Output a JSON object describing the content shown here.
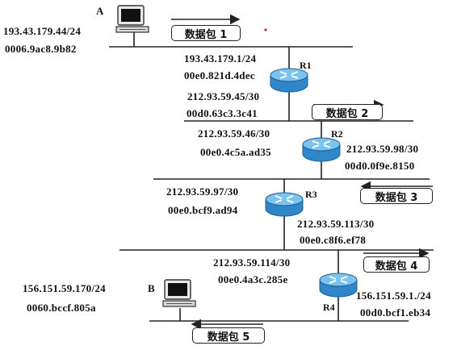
{
  "hosts": {
    "A": {
      "label": "A",
      "ip": "193.43.179.44/24",
      "mac": "0006.9ac8.9b82"
    },
    "B": {
      "label": "B",
      "ip": "156.151.59.170/24",
      "mac": "0060.bccf.805a"
    }
  },
  "routers": {
    "R1": {
      "label": "R1",
      "if1_ip": "193.43.179.1/24",
      "if1_mac": "00e0.821d.4dec",
      "if2_ip": "212.93.59.45/30",
      "if2_mac": "00d0.63c3.3c41"
    },
    "R2": {
      "label": "R2",
      "if1_ip": "212.93.59.46/30",
      "if1_mac": "00e0.4c5a.ad35",
      "if2_ip": "212.93.59.98/30",
      "if2_mac": "00d0.0f9e.8150"
    },
    "R3": {
      "label": "R3",
      "if1_ip": "212.93.59.97/30",
      "if1_mac": "00e0.bcf9.ad94",
      "if2_ip": "212.93.59.113/30",
      "if2_mac": "00e0.c8f6.ef78"
    },
    "R4": {
      "label": "R4",
      "if1_ip": "212.93.59.114/30",
      "if1_mac": "00e0.4a3c.285e",
      "if2_ip": "156.151.59.1./24",
      "if2_mac": "00d0.bcf1.eb34"
    }
  },
  "packets": [
    "数据包 1",
    "数据包 2",
    "数据包 3",
    "数据包 4",
    "数据包 5"
  ],
  "colors": {
    "line": "#222222",
    "router_body": "#2f86c9",
    "router_top": "#7cc2ee",
    "dot": "#d2232a"
  },
  "icons": {
    "host": "computer-icon",
    "router": "router-icon"
  }
}
